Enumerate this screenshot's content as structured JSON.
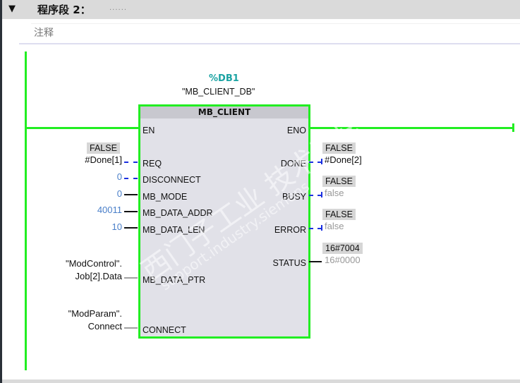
{
  "network": {
    "collapse_icon": "triangle-down-icon",
    "title": "程序段 2：",
    "title_placeholder": "......",
    "comment": "注释"
  },
  "block": {
    "instance_address": "%DB1",
    "instance_name": "\"MB_CLIENT_DB\"",
    "type": "MB_CLIENT",
    "inputs": [
      {
        "pin": "EN"
      },
      {
        "pin": "REQ",
        "operand": "#Done[1]",
        "monitor": "FALSE"
      },
      {
        "pin": "DISCONNECT",
        "operand": "0"
      },
      {
        "pin": "MB_MODE",
        "operand": "0"
      },
      {
        "pin": "MB_DATA_ADDR",
        "operand": "40011"
      },
      {
        "pin": "MB_DATA_LEN",
        "operand": "10"
      },
      {
        "pin": "MB_DATA_PTR",
        "operand_line1": "\"ModControl\".",
        "operand_line2": "Job[2].Data"
      },
      {
        "pin": "CONNECT",
        "operand_line1": "\"ModParam\".",
        "operand_line2": "Connect"
      }
    ],
    "outputs": [
      {
        "pin": "ENO"
      },
      {
        "pin": "DONE",
        "operand": "#Done[2]",
        "monitor": "FALSE"
      },
      {
        "pin": "BUSY",
        "operand": "false",
        "monitor": "FALSE"
      },
      {
        "pin": "ERROR",
        "operand": "false",
        "monitor": "FALSE"
      },
      {
        "pin": "STATUS",
        "operand": "16#0000",
        "monitor": "16#7004"
      }
    ]
  },
  "watermark": {
    "line1": "西门子工业 技术论坛",
    "line2": "support.industry.siemens.com/cs"
  },
  "colors": {
    "powerflow": "#22ee22",
    "instance_addr": "#1ba3a3",
    "boolean_wire": "#1a2fe0",
    "constant": "#4a7fc9"
  }
}
